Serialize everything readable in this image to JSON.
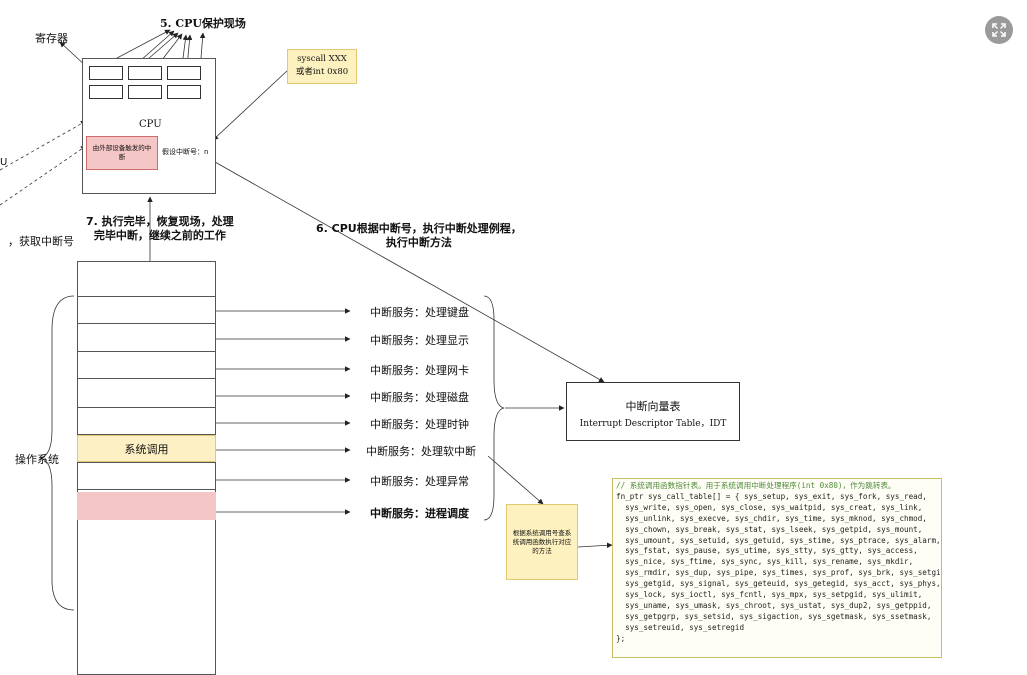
{
  "labels": {
    "register": "寄存器",
    "step5": "5. CPU保护现场",
    "cpu": "CPU",
    "pin_note": "由外部设备触发的中断",
    "interrupt_number": "假设中断号：n",
    "syscall_line1": "syscall XXX",
    "syscall_line2": "或者int 0x80",
    "step7_line1": "7. 执行完毕，恢复现场，处理",
    "step7_line2": "完毕中断，继续之前的工作",
    "step6_line1": "6. CPU根据中断号，执行中断处理例程，",
    "step6_line2": "执行中断方法",
    "left_cut_u": "U",
    "left_cut_get": "，获取中断号",
    "os": "操作系统",
    "syscall_block": "系统调用",
    "idt_title": "中断向量表",
    "idt_subtitle": "Interrupt Descriptor Table，IDT",
    "syscall_note": "根据系统调用号查系统调用函数执行对应的方法"
  },
  "services": [
    "中断服务：处理键盘",
    "中断服务：处理显示",
    "中断服务：处理网卡",
    "中断服务：处理磁盘",
    "中断服务：处理时钟",
    "中断服务：处理软中断",
    "中断服务：处理异常",
    "中断服务：进程调度"
  ],
  "code": {
    "comment": "// 系统调用函数指针表。用于系统调用中断处理程序(int 0x80)，作为跳转表。",
    "lines": [
      "fn_ptr sys_call_table[] = { sys_setup, sys_exit, sys_fork, sys_read,",
      "  sys_write, sys_open, sys_close, sys_waitpid, sys_creat, sys_link,",
      "  sys_unlink, sys_execve, sys_chdir, sys_time, sys_mknod, sys_chmod,",
      "  sys_chown, sys_break, sys_stat, sys_lseek, sys_getpid, sys_mount,",
      "  sys_umount, sys_setuid, sys_getuid, sys_stime, sys_ptrace, sys_alarm,",
      "  sys_fstat, sys_pause, sys_utime, sys_stty, sys_gtty, sys_access,",
      "  sys_nice, sys_ftime, sys_sync, sys_kill, sys_rename, sys_mkdir,",
      "  sys_rmdir, sys_dup, sys_pipe, sys_times, sys_prof, sys_brk, sys_setgid,",
      "  sys_getgid, sys_signal, sys_geteuid, sys_getegid, sys_acct, sys_phys,",
      "  sys_lock, sys_ioctl, sys_fcntl, sys_mpx, sys_setpgid, sys_ulimit,",
      "  sys_uname, sys_umask, sys_chroot, sys_ustat, sys_dup2, sys_getppid,",
      "  sys_getpgrp, sys_setsid, sys_sigaction, sys_sgetmask, sys_ssetmask,",
      "  sys_setreuid, sys_setregid",
      "};"
    ]
  },
  "colors": {
    "syscall_fill": "#fdf0c4",
    "syscall_border": "#e2c870",
    "red_fill": "#f5c6c6",
    "note_fill": "#fdf2bf",
    "code_border": "#c8c060",
    "code_comment": "#4f8a3a"
  },
  "icons": {
    "expand": "expand-icon"
  }
}
